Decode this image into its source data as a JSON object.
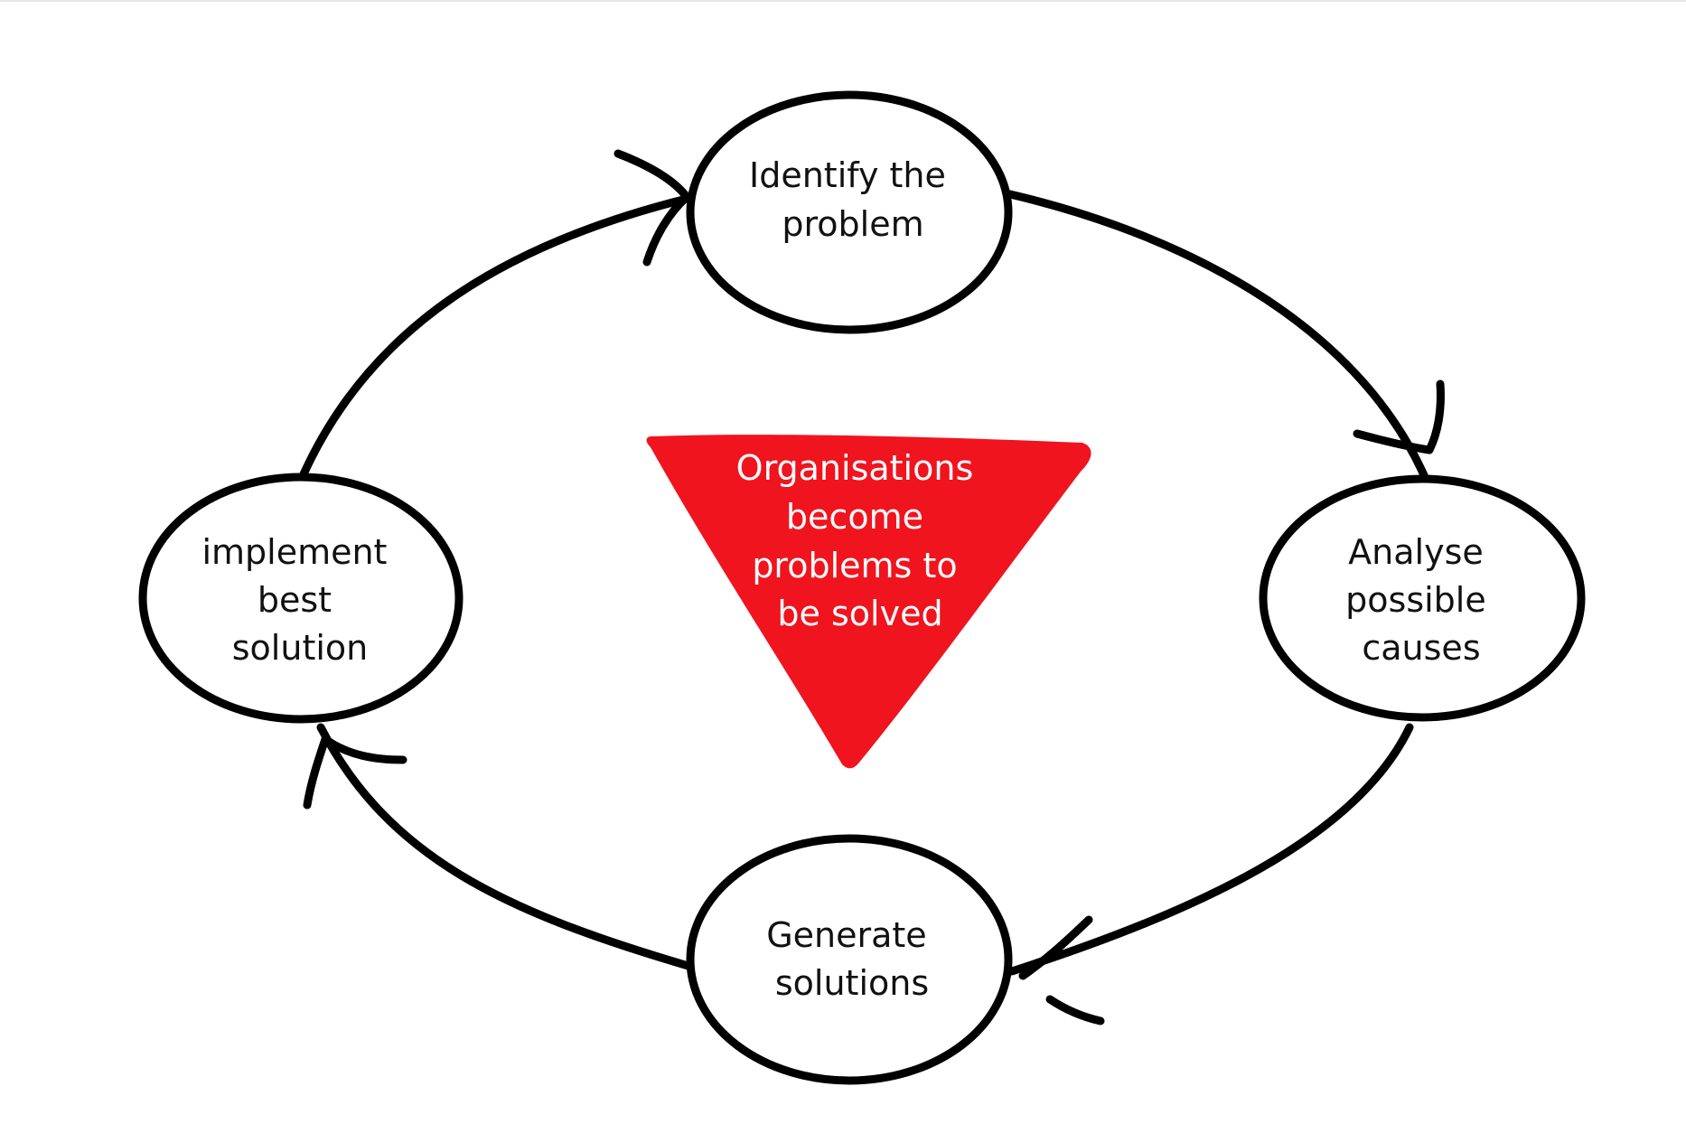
{
  "diagram": {
    "nodes": [
      {
        "id": "identify",
        "lines": [
          "Identify the",
          "problem"
        ]
      },
      {
        "id": "analyse",
        "lines": [
          "Analyse",
          "possible",
          "causes"
        ]
      },
      {
        "id": "generate",
        "lines": [
          "Generate",
          "solutions"
        ]
      },
      {
        "id": "implement",
        "lines": [
          "implement",
          "best",
          "solution"
        ]
      }
    ],
    "center": {
      "lines": [
        "Organisations",
        "become",
        "problems to",
        "be solved"
      ],
      "fill_color": "#f0141e",
      "text_color": "#ffffff"
    },
    "line_color": "#000000"
  }
}
